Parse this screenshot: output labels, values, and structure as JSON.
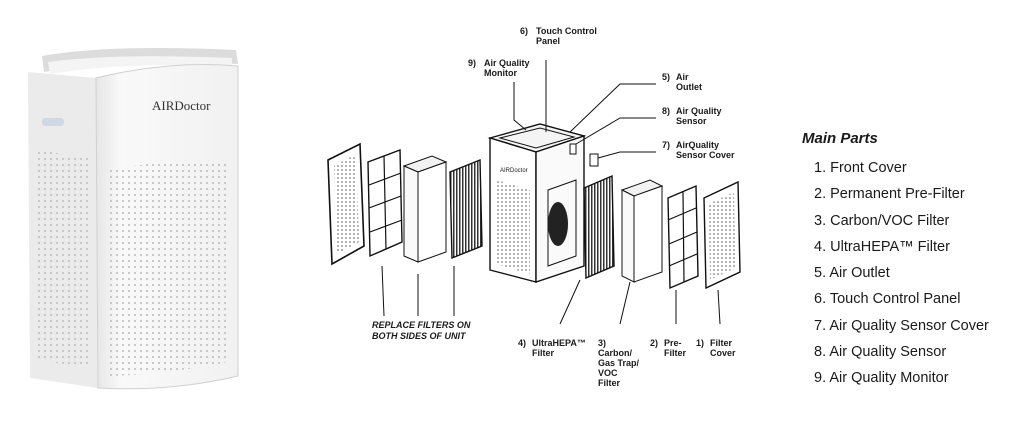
{
  "product": {
    "brand_logo": "AIRDoctor"
  },
  "diagram": {
    "labels": {
      "touch_panel_number": "6)",
      "touch_panel_line1": "Touch Control",
      "touch_panel_line2": "Panel",
      "monitor_number": "9)",
      "monitor_line1": "Air Quality",
      "monitor_line2": "Monitor",
      "outlet_number": "5)",
      "outlet_line1": "Air",
      "outlet_line2": "Outlet",
      "sensor_number": "8)",
      "sensor_line1": "Air Quality",
      "sensor_line2": "Sensor",
      "sensor_cover_number": "7)",
      "sensor_cover_line1": "AirQuality",
      "sensor_cover_line2": "Sensor Cover",
      "replace_line1": "REPLACE FILTERS ON",
      "replace_line2": "BOTH SIDES OF UNIT",
      "hepa_number": "4)",
      "hepa_line1": "UltraHEPA™",
      "hepa_line2": "Filter",
      "carbon_number": "3)",
      "carbon_line1": "Carbon/",
      "carbon_line2": "Gas Trap/",
      "carbon_line3": "VOC",
      "carbon_line4": "Filter",
      "prefilter_number": "2)",
      "prefilter_line1": "Pre-",
      "prefilter_line2": "Filter",
      "cover_number": "1)",
      "cover_line1": "Filter",
      "cover_line2": "Cover",
      "unit_logo": "AIRDoctor"
    }
  },
  "main_parts": {
    "title": "Main Parts",
    "items": [
      "1. Front Cover",
      "2. Permanent Pre-Filter",
      "3. Carbon/VOC Filter",
      "4. UltraHEPA™ Filter",
      "5. Air Outlet",
      "6. Touch Control Panel",
      "7. Air Quality Sensor Cover",
      "8. Air Quality Sensor",
      "9. Air Quality Monitor"
    ]
  }
}
